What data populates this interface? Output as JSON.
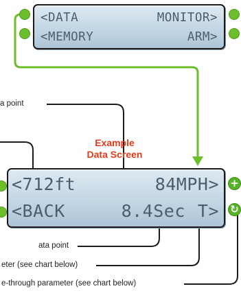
{
  "top_display": {
    "row1": {
      "left": "<DATA",
      "right": "MONITOR>"
    },
    "row2": {
      "left": "<MEMORY",
      "right": "ARM>"
    }
  },
  "example_label": {
    "line1": "Example",
    "line2": "Data Screen"
  },
  "data_screen": {
    "row1": {
      "left": "<712ft",
      "right": "84MPH>"
    },
    "row2": {
      "left": "<BACK",
      "mid": "8.4Sec",
      "right": "T>"
    }
  },
  "buttons": {
    "plus_symbol": "+",
    "cycle_symbol": "↻"
  },
  "callouts": {
    "top_data_point": "a point",
    "bottom_data_point": "ata point",
    "parameter": "eter (see chart below)",
    "cycle_parameter": "e-through parameter (see chart below)"
  },
  "colors": {
    "accent_green": "#6cbf2a",
    "example_red": "#e23a1a",
    "lcd_blue": "#c3d6e4",
    "line_dark": "#1a1a1a"
  }
}
